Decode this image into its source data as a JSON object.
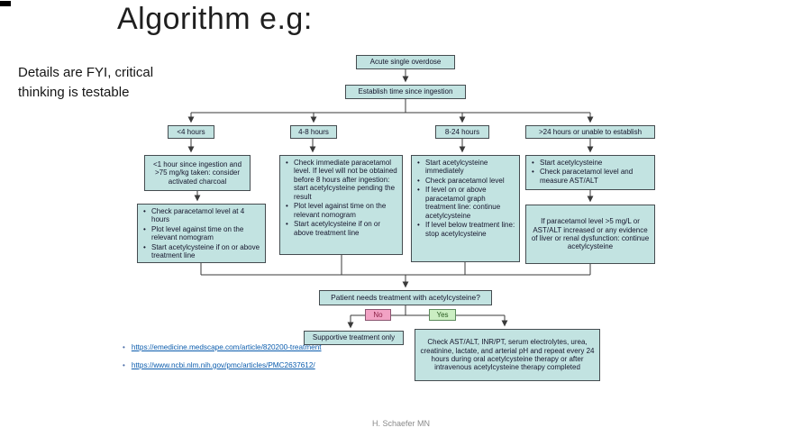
{
  "slide": {
    "title": "Algorithm e.g:",
    "note": "Details are FYI, critical thinking is testable",
    "footer": "H. Schaefer MN"
  },
  "colors": {
    "box_fill": "#c2e3e1",
    "box_border": "#454c50",
    "no_fill": "#f2a2c4",
    "yes_fill": "#cbeec2",
    "link_color": "#0b5cad"
  },
  "flowchart": {
    "acute": "Acute single overdose",
    "establish": "Establish time since ingestion",
    "branch_lt4": "<4 hours",
    "branch_4_8": "4-8 hours",
    "branch_8_24": "8-24 hours",
    "branch_gt24": ">24 hours or unable to establish",
    "lt4_first": "<1 hour since ingestion and >75 mg/kg taken: consider activated charcoal",
    "lt4_steps": [
      "Check paracetamol level at 4 hours",
      "Plot level against time on the relevant  nomogram",
      "Start acetylcysteine if on or above treatment line"
    ],
    "b48_steps": [
      "Check immediate paracetamol level. If level will not be obtained before 8 hours after ingestion: start acetylcysteine pending the result",
      "Plot level against time on the relevant nomogram",
      "Start acetylcysteine if on or above treatment line"
    ],
    "b824_steps": [
      "Start acetylcysteine immediately",
      "Check paracetamol level",
      "If level on or above paracetamol graph treatment line: continue acetylcysteine",
      "If level below treatment line: stop acetylcysteine"
    ],
    "gt24_steps": [
      "Start acetylcysteine",
      "Check paracetamol level and measure AST/ALT"
    ],
    "gt24_second": "If paracetamol level >5 mg/L or AST/ALT increased or any evidence of liver or renal dysfunction: continue acetylcysteine",
    "question": "Patient needs treatment with acetylcysteine?",
    "no_label": "No",
    "yes_label": "Yes",
    "no_outcome": "Supportive treatment only",
    "yes_outcome": "Check AST/ALT, INR/PT, serum electrolytes, urea, creatinine, lactate, and arterial pH and repeat every 24 hours during oral acetylcysteine therapy or after intravenous acetylcysteine therapy completed"
  },
  "references": {
    "links": [
      "https://emedicine.medscape.com/article/820200-treatment",
      "https://www.ncbi.nlm.nih.gov/pmc/articles/PMC2637612/"
    ]
  }
}
